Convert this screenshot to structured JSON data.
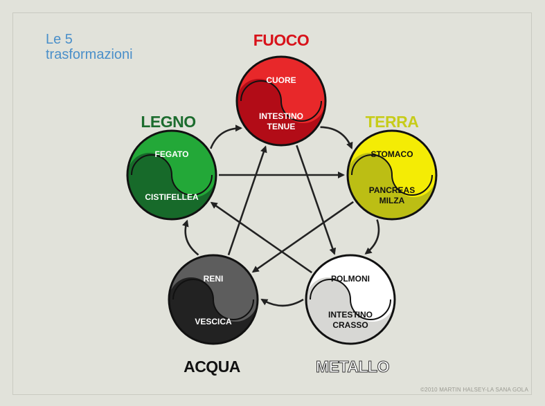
{
  "title": "Le 5 trasformazioni",
  "title_lines": [
    "Le 5",
    "trasformazioni"
  ],
  "copyright": "©2010 MARTIN HALSEY-LA SANA GOLA",
  "elements": [
    {
      "key": "fuoco",
      "name": "FUOCO",
      "organs_top": [
        "CUORE"
      ],
      "organs_bottom": [
        "INTESTINO",
        "TENUE"
      ],
      "color_light": "#e8282a",
      "color_dark": "#b20c17",
      "name_color": "#d8121a",
      "organ_text_color": "#ffffff"
    },
    {
      "key": "terra",
      "name": "TERRA",
      "organs_top": [
        "STOMACO"
      ],
      "organs_bottom": [
        "PANCREAS",
        "MILZA"
      ],
      "color_light": "#f4ec05",
      "color_dark": "#bcbe14",
      "name_color": "#c7cc1a",
      "organ_text_color": "#111111"
    },
    {
      "key": "metallo",
      "name": "METALLO",
      "organs_top": [
        "POLMONI"
      ],
      "organs_bottom": [
        "INTESTINO",
        "CRASSO"
      ],
      "color_light": "#ffffff",
      "color_dark": "#d7d7d4",
      "name_color": "#ffffff",
      "organ_text_color": "#111111"
    },
    {
      "key": "acqua",
      "name": "ACQUA",
      "organs_top": [
        "RENI"
      ],
      "organs_bottom": [
        "VESCICA"
      ],
      "color_light": "#5d5d5d",
      "color_dark": "#222222",
      "name_color": "#111111",
      "organ_text_color": "#ffffff"
    },
    {
      "key": "legno",
      "name": "LEGNO",
      "organs_top": [
        "FEGATO"
      ],
      "organs_bottom": [
        "CISTIFELLEA"
      ],
      "color_light": "#23a838",
      "color_dark": "#176a2a",
      "name_color": "#1c6c2e",
      "organ_text_color": "#ffffff"
    }
  ],
  "generating_cycle": [
    [
      "legno",
      "fuoco"
    ],
    [
      "fuoco",
      "terra"
    ],
    [
      "terra",
      "metallo"
    ],
    [
      "metallo",
      "acqua"
    ],
    [
      "acqua",
      "legno"
    ]
  ],
  "controlling_cycle": [
    [
      "fuoco",
      "metallo"
    ],
    [
      "metallo",
      "legno"
    ],
    [
      "legno",
      "terra"
    ],
    [
      "terra",
      "acqua"
    ],
    [
      "acqua",
      "fuoco"
    ]
  ]
}
